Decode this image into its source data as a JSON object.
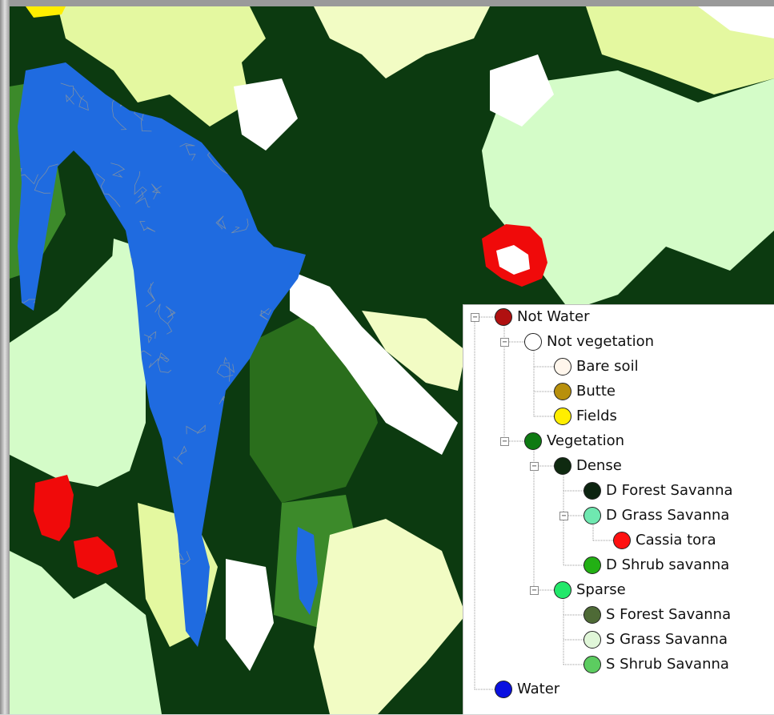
{
  "legend": {
    "items": [
      {
        "label": "Not Water",
        "color": "#b01010",
        "level": 0,
        "expander": "minus",
        "swatch_icon": "red-circle-icon"
      },
      {
        "label": "Not vegetation",
        "color": "#ffffff",
        "level": 1,
        "expander": "minus",
        "swatch_icon": "white-circle-icon"
      },
      {
        "label": "Bare soil",
        "color": "#fff6ec",
        "level": 2,
        "expander": "none",
        "swatch_icon": "cream-circle-icon"
      },
      {
        "label": "Butte",
        "color": "#b8900c",
        "level": 2,
        "expander": "none",
        "swatch_icon": "ochre-circle-icon"
      },
      {
        "label": "Fields",
        "color": "#ffee00",
        "level": 2,
        "expander": "none",
        "swatch_icon": "yellow-circle-icon"
      },
      {
        "label": "Vegetation",
        "color": "#0e7a12",
        "level": 1,
        "expander": "minus",
        "swatch_icon": "green-circle-icon"
      },
      {
        "label": "Dense",
        "color": "#0f2a10",
        "level": 2,
        "expander": "minus",
        "swatch_icon": "dark-green-circle-icon"
      },
      {
        "label": "D Forest Savanna",
        "color": "#0c2410",
        "level": 3,
        "expander": "none",
        "swatch_icon": "very-dark-green-circle-icon"
      },
      {
        "label": "D Grass Savanna",
        "color": "#6fe8b0",
        "level": 3,
        "expander": "minus",
        "swatch_icon": "mint-circle-icon"
      },
      {
        "label": "Cassia tora",
        "color": "#ff1010",
        "level": 4,
        "expander": "none",
        "swatch_icon": "bright-red-circle-icon"
      },
      {
        "label": "D Shrub savanna",
        "color": "#22b014",
        "level": 3,
        "expander": "none",
        "swatch_icon": "lime-green-circle-icon"
      },
      {
        "label": "Sparse",
        "color": "#22e86a",
        "level": 2,
        "expander": "minus",
        "swatch_icon": "spring-green-circle-icon"
      },
      {
        "label": "S Forest Savanna",
        "color": "#4e6a36",
        "level": 3,
        "expander": "none",
        "swatch_icon": "olive-circle-icon"
      },
      {
        "label": "S Grass Savanna",
        "color": "#e0f6d8",
        "level": 3,
        "expander": "none",
        "swatch_icon": "pale-green-circle-icon"
      },
      {
        "label": "S Shrub Savanna",
        "color": "#5ccc60",
        "level": 3,
        "expander": "none",
        "swatch_icon": "medium-green-circle-icon"
      },
      {
        "label": "Water",
        "color": "#0a10e0",
        "level": 0,
        "expander": "none",
        "swatch_icon": "blue-circle-icon"
      }
    ]
  },
  "map_colors": {
    "dense_forest": "#0c3a10",
    "dense_shrub": "#2a6e1c",
    "shrub": "#3c8a2a",
    "grass_light": "#d4fcc8",
    "grass_yellow": "#e4f8a0",
    "pale_yellow": "#f2fcc4",
    "bare": "#ffffff",
    "water": "#1f6be0",
    "cassia": "#f00a0a",
    "fields": "#ffee00"
  }
}
